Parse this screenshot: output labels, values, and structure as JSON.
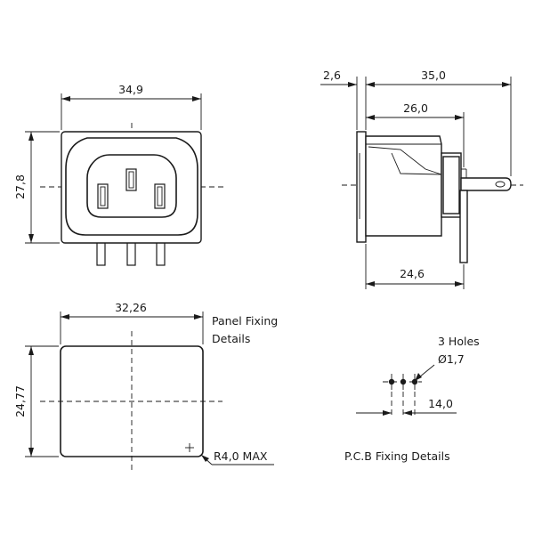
{
  "front_view": {
    "width_label": "34,9",
    "height_label": "27,8"
  },
  "side_view": {
    "flange_label": "2,6",
    "overall_label": "35,0",
    "body_label": "26,0",
    "base_label": "24,6"
  },
  "panel": {
    "width_label": "32,26",
    "height_label": "24,77",
    "title_line1": "Panel Fixing",
    "title_line2": "Details",
    "radius_label": "R4,0 MAX"
  },
  "pcb": {
    "holes_line1": "3 Holes",
    "holes_line2": "Ø1,7",
    "pitch_label": "14,0",
    "title": "P.C.B Fixing Details"
  }
}
